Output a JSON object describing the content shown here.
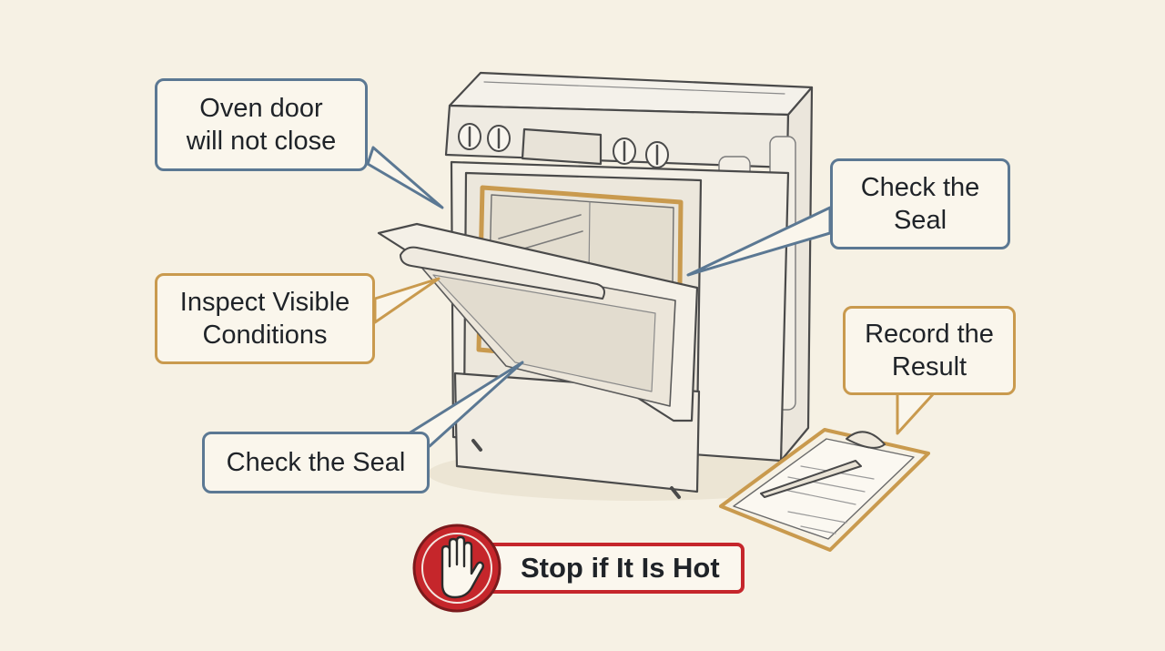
{
  "callouts": {
    "oven_door": [
      "Oven door",
      "will not close"
    ],
    "check_seal_right": [
      "Check the",
      "Seal"
    ],
    "inspect": [
      "Inspect Visible",
      "Conditions"
    ],
    "record": [
      "Record the",
      "Result"
    ],
    "check_seal_bottom": [
      "Check the Seal"
    ]
  },
  "warning": {
    "label": "Stop if It Is Hot",
    "icon": "raised-hand-icon"
  },
  "colors": {
    "background": "#f6f1e4",
    "blue_outline": "#5b7893",
    "orange_outline": "#c99a4e",
    "stop_red": "#c5262b"
  }
}
